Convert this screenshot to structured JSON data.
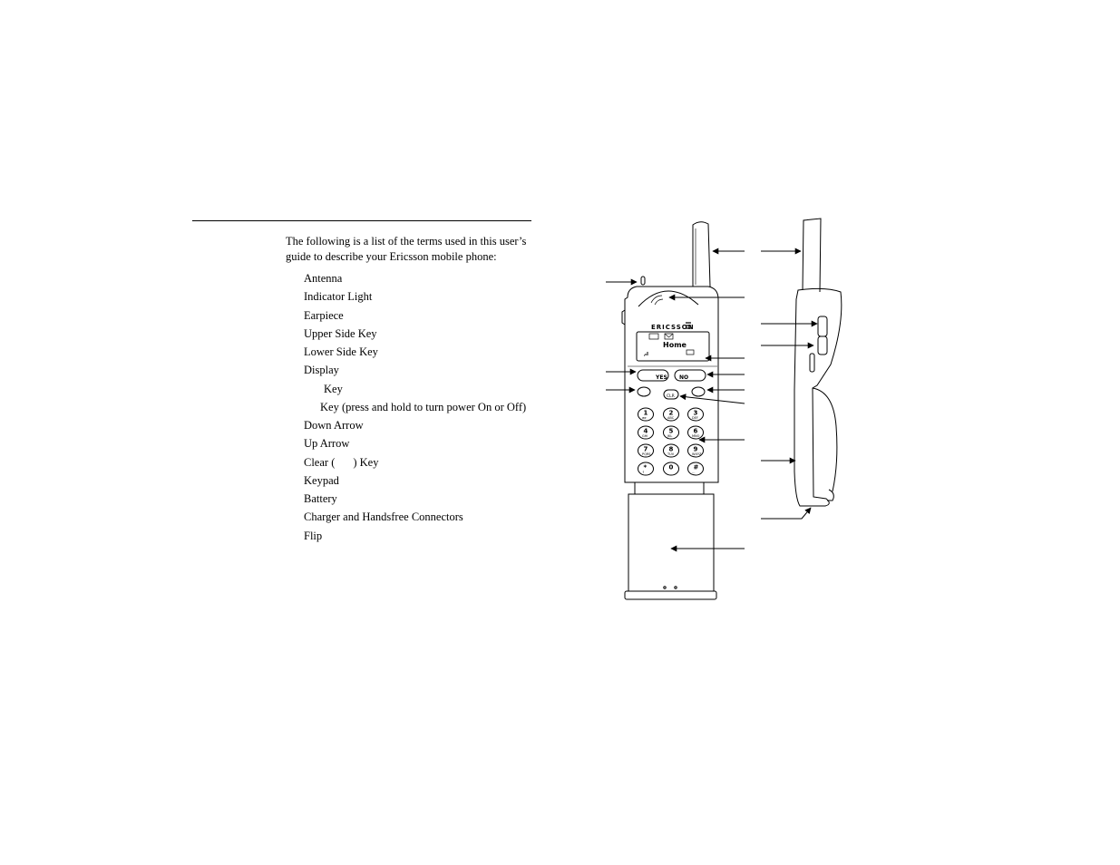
{
  "intro": "The following is a list of the terms used in this user’s guide to describe your Ericsson mobile phone:",
  "terms": [
    {
      "label": "Antenna"
    },
    {
      "label": "Indicator Light"
    },
    {
      "label": "Earpiece"
    },
    {
      "label": "Upper Side Key"
    },
    {
      "label": "Lower Side Key"
    },
    {
      "label": "Display"
    },
    {
      "label": "Key"
    },
    {
      "label": "Key (press and hold to turn power On or Off)"
    },
    {
      "label": "Down Arrow"
    },
    {
      "label": "Up Arrow"
    },
    {
      "label_before": "Clear (",
      "label_after": ") Key"
    },
    {
      "label": "Keypad"
    },
    {
      "label": "Battery"
    },
    {
      "label": "Charger and Handsfree Connectors"
    },
    {
      "label": "Flip"
    }
  ],
  "phone": {
    "brand": "ERICSSON",
    "screen_text": "Home",
    "yes_key": "YES",
    "no_key": "NO",
    "clear_key": "CLR",
    "keypad": [
      {
        "digit": "1",
        "sub": "σσ"
      },
      {
        "digit": "2",
        "sub": "ABC"
      },
      {
        "digit": "3",
        "sub": "DEF"
      },
      {
        "digit": "4",
        "sub": "GHI"
      },
      {
        "digit": "5",
        "sub": "JKL"
      },
      {
        "digit": "6",
        "sub": "MNO"
      },
      {
        "digit": "7",
        "sub": "PQRS"
      },
      {
        "digit": "8",
        "sub": "TUV"
      },
      {
        "digit": "9",
        "sub": "WXYZ"
      },
      {
        "digit": "*",
        "sub": "↑"
      },
      {
        "digit": "0",
        "sub": ""
      },
      {
        "digit": "#",
        "sub": "…"
      }
    ]
  },
  "colors": {
    "ink": "#000000",
    "paper": "#ffffff"
  }
}
